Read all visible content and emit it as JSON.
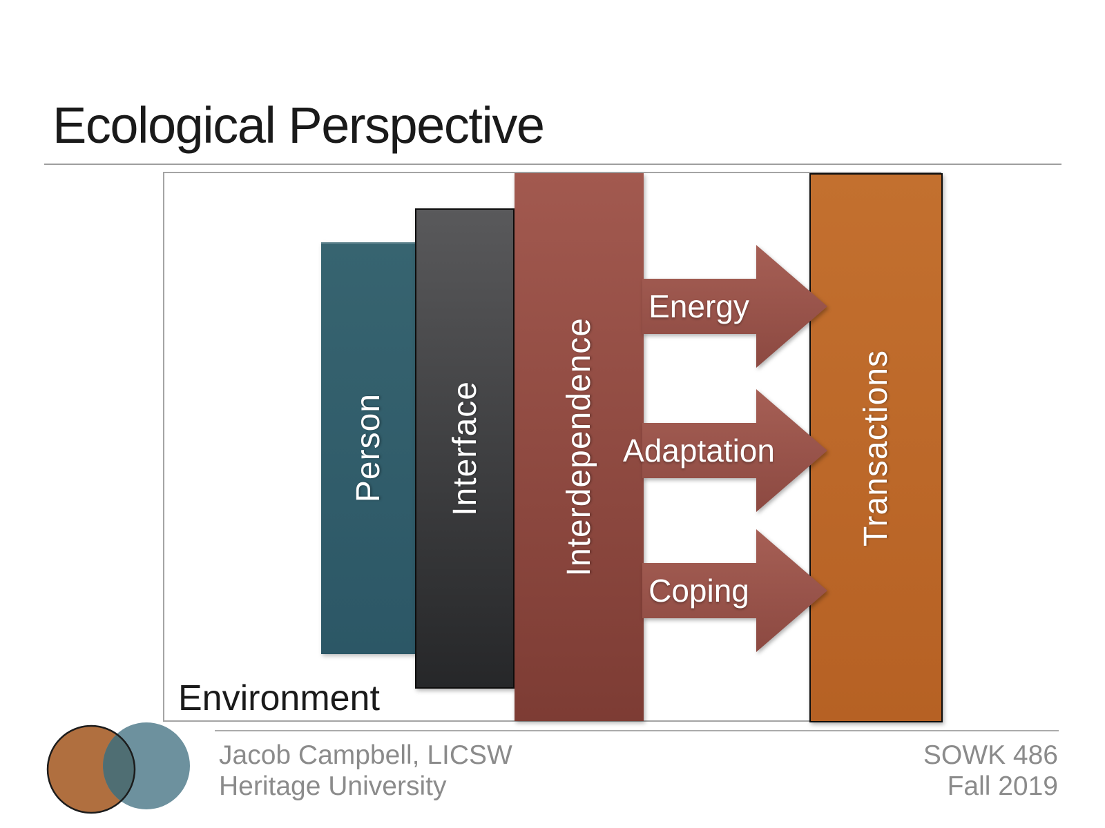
{
  "title": "Ecological Perspective",
  "title_color": "#1a1a1a",
  "environment_label": "Environment",
  "bars": [
    {
      "id": "person",
      "label": "Person",
      "color_top": "#376470",
      "color_bottom": "#2c5766"
    },
    {
      "id": "interface",
      "label": "Interface",
      "color_top": "#59595b",
      "color_bottom": "#262729"
    },
    {
      "id": "interdependence",
      "label": "Interdependence",
      "color_top": "#a2594f",
      "color_bottom": "#7d3c34"
    },
    {
      "id": "transactions",
      "label": "Transactions",
      "color_top": "#c3702f",
      "color_bottom": "#b66124"
    }
  ],
  "arrows": [
    {
      "id": "energy",
      "label": "Energy"
    },
    {
      "id": "adaptation",
      "label": "Adaptation"
    },
    {
      "id": "coping",
      "label": "Coping"
    }
  ],
  "arrow_colors": {
    "top": "#a65f55",
    "bottom": "#8c4941"
  },
  "footer": {
    "author_line1": "Jacob Campbell, LICSW",
    "author_line2": "Heritage University",
    "course": "SOWK 486",
    "term": "Fall 2019",
    "text_color": "#8b8b8b"
  },
  "logo": {
    "shape": "two-overlapping-circles",
    "left_circle_color": "#b06f3f",
    "right_circle_color": "#6d919e",
    "overlap_color": "#4f6e73",
    "outline_color": "#1c1c1c"
  }
}
